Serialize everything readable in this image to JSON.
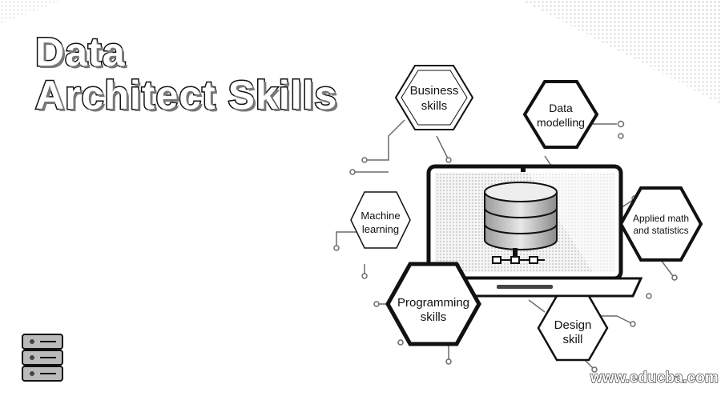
{
  "title": {
    "line1": "Data",
    "line2": "Architect Skills"
  },
  "skills": {
    "business": {
      "line1": "Business",
      "line2": "skills"
    },
    "modelling": {
      "line1": "Data",
      "line2": "modelling"
    },
    "machine": {
      "line1": "Machine",
      "line2": "learning"
    },
    "math": {
      "line1": "Applied math",
      "line2": "and statistics"
    },
    "programming": {
      "line1": "Programming",
      "line2": "skills"
    },
    "design": {
      "line1": "Design",
      "line2": "skill"
    }
  },
  "icons": {
    "center": "database-monitor-icon",
    "corner": "database-server-icon"
  },
  "watermark": "www.educba.com",
  "colors": {
    "ink": "#111111",
    "screen": "#d8d8d8",
    "background": "#ffffff"
  }
}
